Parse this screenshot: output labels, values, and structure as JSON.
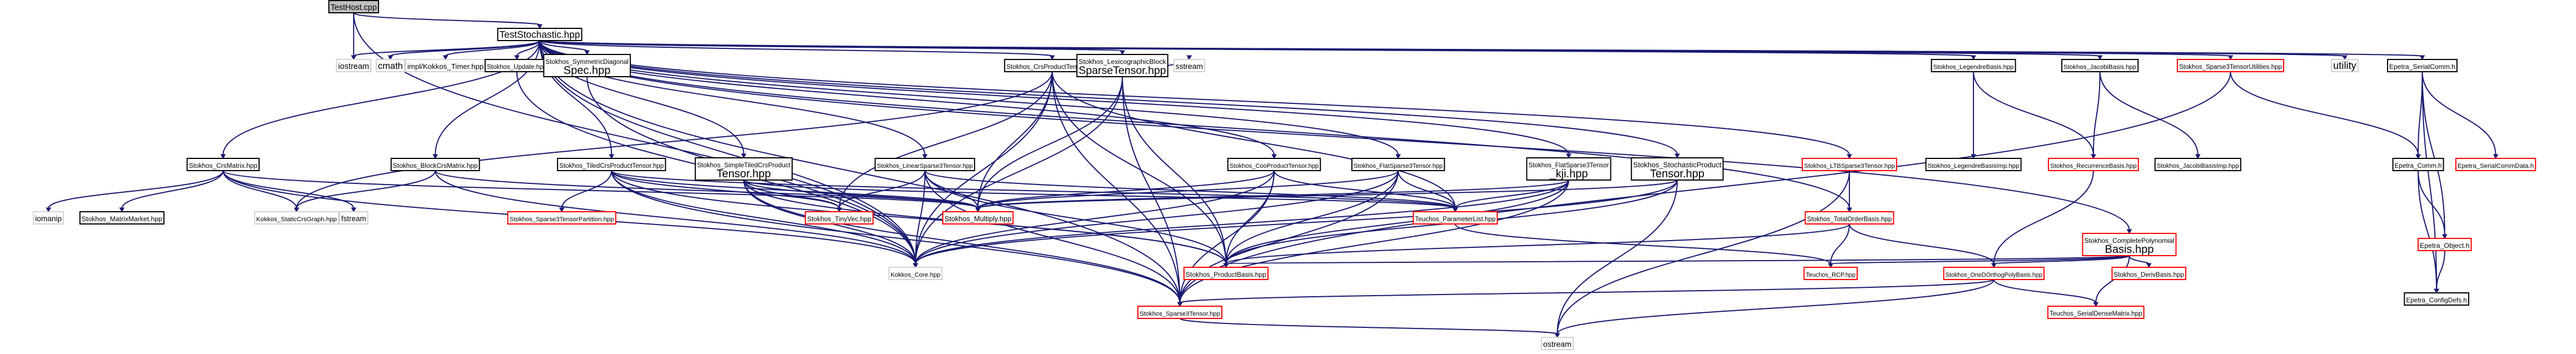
{
  "graph": {
    "root": "TestHost.cpp",
    "colors": {
      "background": "#ffffff",
      "root_fill": "#bfbfbf",
      "root_border": "#000000",
      "normal_border": "#000000",
      "red_border": "#ff0000",
      "external_border": "#d3d3d3",
      "edge": "#191970",
      "text": "#000000"
    },
    "nodes": [
      {
        "id": "n_root",
        "label": "TestHost.cpp",
        "kind": "root"
      },
      {
        "id": "n_teststochastic",
        "label": "TestStochastic.hpp",
        "kind": "normal"
      },
      {
        "id": "n_iostream",
        "label": "iostream",
        "kind": "external"
      },
      {
        "id": "n_cmath",
        "label": "cmath",
        "kind": "external"
      },
      {
        "id": "n_impl_timer",
        "label": "impl/Kokkos_Timer.hpp",
        "kind": "external"
      },
      {
        "id": "n_update",
        "label": "Stokhos_Update.hpp",
        "kind": "normal"
      },
      {
        "id": "n_symdiag",
        "label": [
          "Stokhos_SymmetricDiagonal",
          "Spec.hpp"
        ],
        "kind": "normal"
      },
      {
        "id": "n_crsproduct",
        "label": "Stokhos_CrsProductTensor.hpp",
        "kind": "normal"
      },
      {
        "id": "n_lexico",
        "label": [
          "Stokhos_LexicographicBlock",
          "SparseTensor.hpp"
        ],
        "kind": "normal"
      },
      {
        "id": "n_ltbsparse",
        "label": "Stokhos_LTBSparse3Tensor.hpp",
        "kind": "red"
      },
      {
        "id": "n_legendre",
        "label": "Stokhos_LegendreBasis.hpp",
        "kind": "normal"
      },
      {
        "id": "n_jacobi",
        "label": "Stokhos_JacobiBasis.hpp",
        "kind": "normal"
      },
      {
        "id": "n_sp3util",
        "label": "Stokhos_Sparse3TensorUtilities.hpp",
        "kind": "red"
      },
      {
        "id": "n_utility",
        "label": "utility",
        "kind": "external"
      },
      {
        "id": "n_epetra_serialcomm",
        "label": "Epetra_SerialComm.h",
        "kind": "normal"
      },
      {
        "id": "n_crsmatrix",
        "label": "Stokhos_CrsMatrix.hpp",
        "kind": "normal"
      },
      {
        "id": "n_blockcrs",
        "label": "Stokhos_BlockCrsMatrix.hpp",
        "kind": "normal"
      },
      {
        "id": "n_tiledcrs",
        "label": "Stokhos_TiledCrsProductTensor.hpp",
        "kind": "normal"
      },
      {
        "id": "n_simpletiled",
        "label": [
          "Stokhos_SimpleTiledCrsProduct",
          "Tensor.hpp"
        ],
        "kind": "normal"
      },
      {
        "id": "n_linearsparse",
        "label": "Stokhos_LinearSparse3Tensor.hpp",
        "kind": "normal"
      },
      {
        "id": "n_cooproduct",
        "label": "Stokhos_CooProductTensor.hpp",
        "kind": "normal"
      },
      {
        "id": "n_flatsparse",
        "label": "Stokhos_FlatSparse3Tensor.hpp",
        "kind": "normal"
      },
      {
        "id": "n_flatsparse_kj",
        "label": [
          "Stokhos_FlatSparse3Tensor",
          "_kji.hpp"
        ],
        "kind": "normal"
      },
      {
        "id": "n_stochprod",
        "label": [
          "Stokhos_StochasticProduct",
          "Tensor.hpp"
        ],
        "kind": "normal"
      },
      {
        "id": "n_sstream",
        "label": "sstream",
        "kind": "external"
      },
      {
        "id": "n_legendreimp",
        "label": "Stokhos_LegendreBasisImp.hpp",
        "kind": "normal"
      },
      {
        "id": "n_recurrence",
        "label": "Stokhos_RecurrenceBasis.hpp",
        "kind": "red"
      },
      {
        "id": "n_jacobiimp",
        "label": "Stokhos_JacobiBasisImp.hpp",
        "kind": "normal"
      },
      {
        "id": "n_epetra_comm",
        "label": "Epetra_Comm.h",
        "kind": "normal"
      },
      {
        "id": "n_epetra_serialcommdata",
        "label": "Epetra_SerialCommData.h",
        "kind": "red"
      },
      {
        "id": "n_iomanip",
        "label": "iomanip",
        "kind": "external"
      },
      {
        "id": "n_matrixmarket",
        "label": "Stokhos_MatrixMarket.hpp",
        "kind": "normal"
      },
      {
        "id": "n_staticcrsgraph",
        "label": "Kokkos_StaticCrsGraph.hpp",
        "kind": "external"
      },
      {
        "id": "n_fstream",
        "label": "fstream",
        "kind": "external"
      },
      {
        "id": "n_sp3partition",
        "label": "Stokhos_Sparse3TensorPartition.hpp",
        "kind": "red"
      },
      {
        "id": "n_tinyvec",
        "label": "Stokhos_TinyVec.hpp",
        "kind": "red"
      },
      {
        "id": "n_multiply",
        "label": "Stokhos_Multiply.hpp",
        "kind": "red"
      },
      {
        "id": "n_paramlist",
        "label": "Teuchos_ParameterList.hpp",
        "kind": "red"
      },
      {
        "id": "n_totalorder",
        "label": "Stokhos_TotalOrderBasis.hpp",
        "kind": "red"
      },
      {
        "id": "n_completepoly",
        "label": [
          "Stokhos_CompletePolynomial",
          "Basis.hpp"
        ],
        "kind": "red"
      },
      {
        "id": "n_epetra_object",
        "label": "Epetra_Object.h",
        "kind": "red"
      },
      {
        "id": "n_kokkoscore",
        "label": "Kokkos_Core.hpp",
        "kind": "external"
      },
      {
        "id": "n_productbasis",
        "label": "Stokhos_ProductBasis.hpp",
        "kind": "red"
      },
      {
        "id": "n_rcp",
        "label": "Teuchos_RCP.hpp",
        "kind": "red"
      },
      {
        "id": "n_oned",
        "label": "Stokhos_OneDOrthogPolyBasis.hpp",
        "kind": "red"
      },
      {
        "id": "n_derivbasis",
        "label": "Stokhos_DerivBasis.hpp",
        "kind": "red"
      },
      {
        "id": "n_configdefs",
        "label": "Epetra_ConfigDefs.h",
        "kind": "normal"
      },
      {
        "id": "n_sparse3tensor",
        "label": "Stokhos_Sparse3Tensor.hpp",
        "kind": "red"
      },
      {
        "id": "n_serialdense",
        "label": "Teuchos_SerialDenseMatrix.hpp",
        "kind": "red"
      },
      {
        "id": "n_ostream",
        "label": "ostream",
        "kind": "external"
      }
    ],
    "edges": [
      [
        "n_root",
        "n_teststochastic"
      ],
      [
        "n_root",
        "n_iostream"
      ],
      [
        "n_root",
        "n_kokkoscore"
      ],
      [
        "n_teststochastic",
        "n_iostream"
      ],
      [
        "n_teststochastic",
        "n_cmath"
      ],
      [
        "n_teststochastic",
        "n_impl_timer"
      ],
      [
        "n_teststochastic",
        "n_update"
      ],
      [
        "n_teststochastic",
        "n_symdiag"
      ],
      [
        "n_teststochastic",
        "n_crsproduct"
      ],
      [
        "n_teststochastic",
        "n_lexico"
      ],
      [
        "n_teststochastic",
        "n_ltbsparse"
      ],
      [
        "n_teststochastic",
        "n_legendre"
      ],
      [
        "n_teststochastic",
        "n_jacobi"
      ],
      [
        "n_teststochastic",
        "n_sp3util"
      ],
      [
        "n_teststochastic",
        "n_utility"
      ],
      [
        "n_teststochastic",
        "n_epetra_serialcomm"
      ],
      [
        "n_teststochastic",
        "n_crsmatrix"
      ],
      [
        "n_teststochastic",
        "n_blockcrs"
      ],
      [
        "n_teststochastic",
        "n_tiledcrs"
      ],
      [
        "n_teststochastic",
        "n_simpletiled"
      ],
      [
        "n_teststochastic",
        "n_linearsparse"
      ],
      [
        "n_teststochastic",
        "n_cooproduct"
      ],
      [
        "n_teststochastic",
        "n_flatsparse"
      ],
      [
        "n_teststochastic",
        "n_flatsparse_kj"
      ],
      [
        "n_teststochastic",
        "n_stochprod"
      ],
      [
        "n_teststochastic",
        "n_totalorder"
      ],
      [
        "n_teststochastic",
        "n_completepoly"
      ],
      [
        "n_teststochastic",
        "n_kokkoscore"
      ],
      [
        "n_teststochastic",
        "n_sparse3tensor"
      ],
      [
        "n_crsmatrix",
        "n_iomanip"
      ],
      [
        "n_crsmatrix",
        "n_matrixmarket"
      ],
      [
        "n_crsmatrix",
        "n_staticcrsgraph"
      ],
      [
        "n_crsmatrix",
        "n_fstream"
      ],
      [
        "n_crsmatrix",
        "n_multiply"
      ],
      [
        "n_crsmatrix",
        "n_kokkoscore"
      ],
      [
        "n_blockcrs",
        "n_staticcrsgraph"
      ],
      [
        "n_blockcrs",
        "n_multiply"
      ],
      [
        "n_blockcrs",
        "n_kokkoscore"
      ],
      [
        "n_tiledcrs",
        "n_sp3partition"
      ],
      [
        "n_tiledcrs",
        "n_tinyvec"
      ],
      [
        "n_tiledcrs",
        "n_multiply"
      ],
      [
        "n_tiledcrs",
        "n_paramlist"
      ],
      [
        "n_tiledcrs",
        "n_kokkoscore"
      ],
      [
        "n_tiledcrs",
        "n_productbasis"
      ],
      [
        "n_tiledcrs",
        "n_sparse3tensor"
      ],
      [
        "n_simpletiled",
        "n_tinyvec"
      ],
      [
        "n_simpletiled",
        "n_multiply"
      ],
      [
        "n_simpletiled",
        "n_paramlist"
      ],
      [
        "n_simpletiled",
        "n_kokkoscore"
      ],
      [
        "n_simpletiled",
        "n_productbasis"
      ],
      [
        "n_simpletiled",
        "n_sparse3tensor"
      ],
      [
        "n_linearsparse",
        "n_tinyvec"
      ],
      [
        "n_linearsparse",
        "n_multiply"
      ],
      [
        "n_linearsparse",
        "n_paramlist"
      ],
      [
        "n_linearsparse",
        "n_kokkoscore"
      ],
      [
        "n_linearsparse",
        "n_productbasis"
      ],
      [
        "n_linearsparse",
        "n_sparse3tensor"
      ],
      [
        "n_crsproduct",
        "n_multiply"
      ],
      [
        "n_crsproduct",
        "n_staticcrsgraph"
      ],
      [
        "n_crsproduct",
        "n_paramlist"
      ],
      [
        "n_crsproduct",
        "n_kokkoscore"
      ],
      [
        "n_crsproduct",
        "n_productbasis"
      ],
      [
        "n_crsproduct",
        "n_sparse3tensor"
      ],
      [
        "n_crsproduct",
        "n_tinyvec"
      ],
      [
        "n_lexico",
        "n_sstream"
      ],
      [
        "n_lexico",
        "n_multiply"
      ],
      [
        "n_lexico",
        "n_kokkoscore"
      ],
      [
        "n_lexico",
        "n_productbasis"
      ],
      [
        "n_lexico",
        "n_sparse3tensor"
      ],
      [
        "n_cooproduct",
        "n_multiply"
      ],
      [
        "n_cooproduct",
        "n_paramlist"
      ],
      [
        "n_cooproduct",
        "n_kokkoscore"
      ],
      [
        "n_cooproduct",
        "n_productbasis"
      ],
      [
        "n_cooproduct",
        "n_sparse3tensor"
      ],
      [
        "n_flatsparse",
        "n_multiply"
      ],
      [
        "n_flatsparse",
        "n_paramlist"
      ],
      [
        "n_flatsparse",
        "n_kokkoscore"
      ],
      [
        "n_flatsparse",
        "n_productbasis"
      ],
      [
        "n_flatsparse",
        "n_sparse3tensor"
      ],
      [
        "n_flatsparse_kj",
        "n_multiply"
      ],
      [
        "n_flatsparse_kj",
        "n_paramlist"
      ],
      [
        "n_flatsparse_kj",
        "n_kokkoscore"
      ],
      [
        "n_flatsparse_kj",
        "n_productbasis"
      ],
      [
        "n_flatsparse_kj",
        "n_sparse3tensor"
      ],
      [
        "n_stochprod",
        "n_multiply"
      ],
      [
        "n_stochprod",
        "n_ostream"
      ],
      [
        "n_stochprod",
        "n_kokkoscore"
      ],
      [
        "n_stochprod",
        "n_productbasis"
      ],
      [
        "n_ltbsparse",
        "n_totalorder"
      ],
      [
        "n_ltbsparse",
        "n_ostream"
      ],
      [
        "n_legendre",
        "n_legendreimp"
      ],
      [
        "n_legendre",
        "n_recurrence"
      ],
      [
        "n_jacobi",
        "n_recurrence"
      ],
      [
        "n_jacobi",
        "n_jacobiimp"
      ],
      [
        "n_sp3util",
        "n_epetra_comm"
      ],
      [
        "n_sp3util",
        "n_sparse3tensor"
      ],
      [
        "n_epetra_serialcomm",
        "n_epetra_comm"
      ],
      [
        "n_epetra_serialcomm",
        "n_epetra_serialcommdata"
      ],
      [
        "n_epetra_serialcomm",
        "n_epetra_object"
      ],
      [
        "n_epetra_serialcomm",
        "n_configdefs"
      ],
      [
        "n_epetra_comm",
        "n_epetra_object"
      ],
      [
        "n_epetra_comm",
        "n_configdefs"
      ],
      [
        "n_epetra_object",
        "n_configdefs"
      ],
      [
        "n_recurrence",
        "n_oned"
      ],
      [
        "n_totalorder",
        "n_productbasis"
      ],
      [
        "n_totalorder",
        "n_rcp"
      ],
      [
        "n_totalorder",
        "n_oned"
      ],
      [
        "n_completepoly",
        "n_productbasis"
      ],
      [
        "n_completepoly",
        "n_oned"
      ],
      [
        "n_completepoly",
        "n_derivbasis"
      ],
      [
        "n_completepoly",
        "n_serialdense"
      ],
      [
        "n_completepoly",
        "n_rcp"
      ],
      [
        "n_oned",
        "n_serialdense"
      ],
      [
        "n_oned",
        "n_sparse3tensor"
      ],
      [
        "n_oned",
        "n_ostream"
      ],
      [
        "n_paramlist",
        "n_rcp"
      ],
      [
        "n_symdiag",
        "n_kokkoscore"
      ],
      [
        "n_update",
        "n_kokkoscore"
      ],
      [
        "n_sparse3tensor",
        "n_ostream"
      ]
    ]
  }
}
